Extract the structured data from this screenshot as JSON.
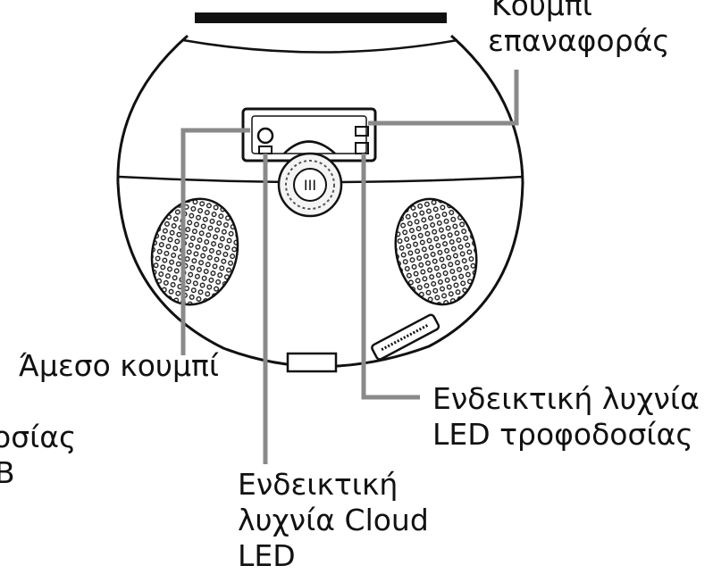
{
  "labels": {
    "reset_line1": "Κουμπί",
    "reset_line2": "επαναφοράς",
    "direct_button": "Άμεσο κουμπί",
    "power_led_line1": "Ενδεικτική λυχνία",
    "power_led_line2": "LED τροφοδοσίας",
    "cloud_led_line1": "Ενδεικτική",
    "cloud_led_line2": "λυχνία Cloud",
    "cloud_led_line3": "LED",
    "usb_fragment_line1": "οσίας",
    "usb_fragment_line2": "B"
  },
  "colors": {
    "line": "#111111",
    "leader": "#8a8a8a",
    "background": "#ffffff"
  }
}
